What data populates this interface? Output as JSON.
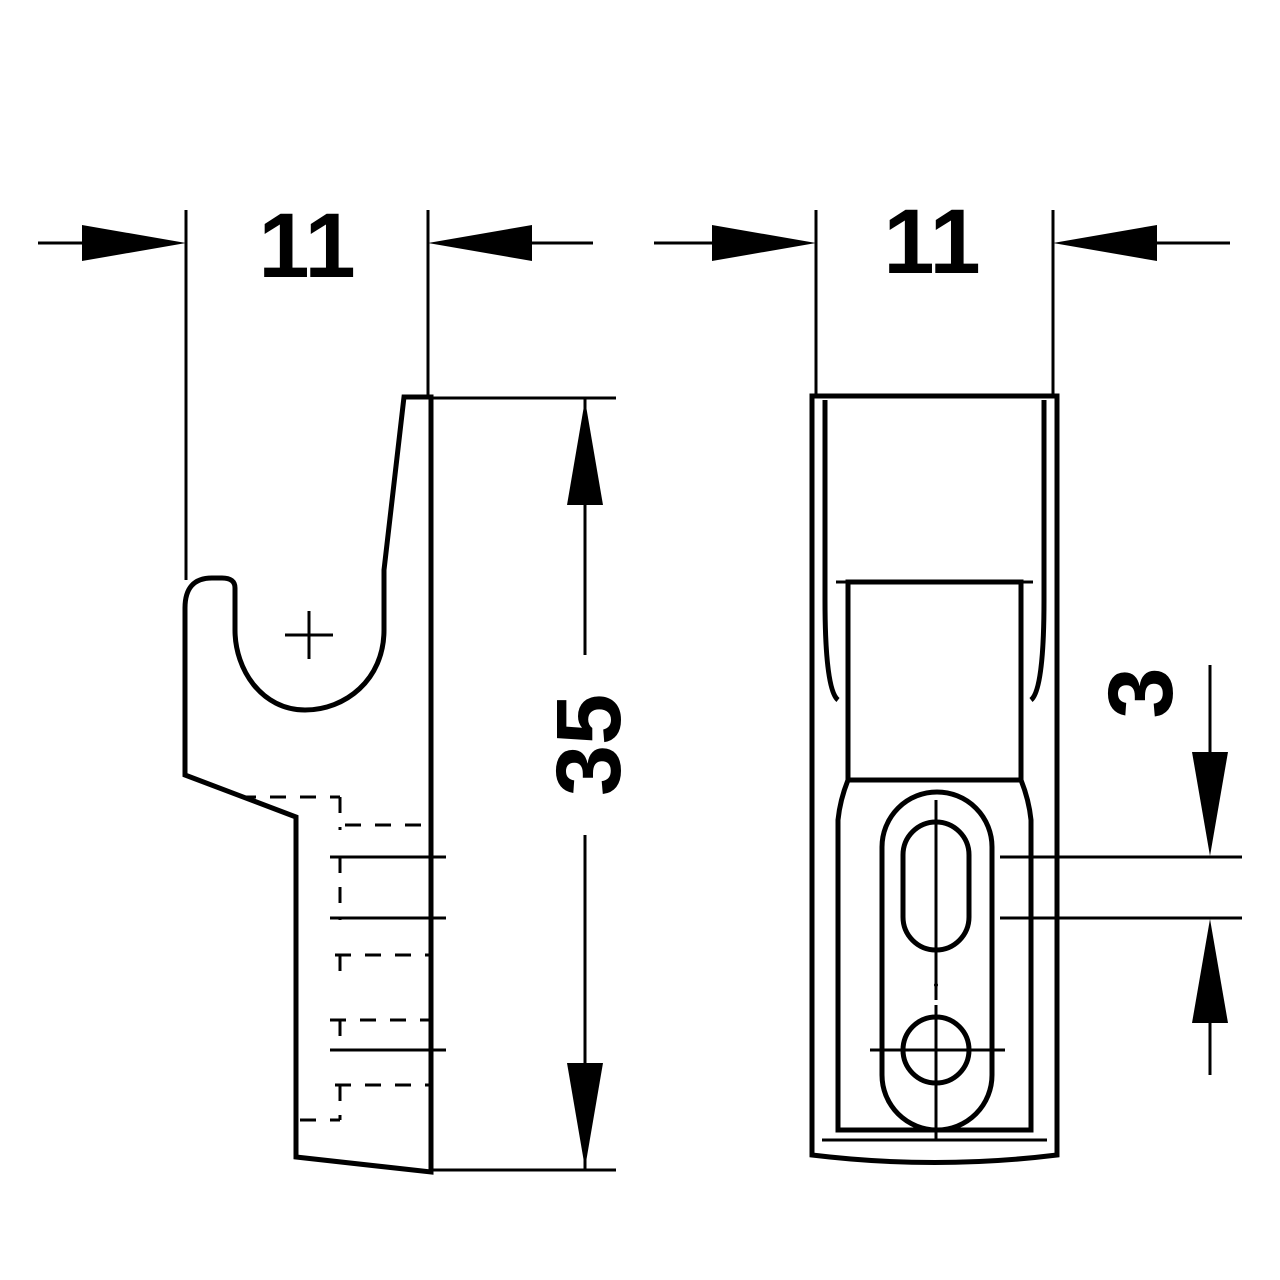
{
  "dimensions": {
    "side_width": "11",
    "front_width": "11",
    "height": "35",
    "slot_offset": "3"
  },
  "colors": {
    "line": "#000000",
    "background": "#ffffff"
  }
}
